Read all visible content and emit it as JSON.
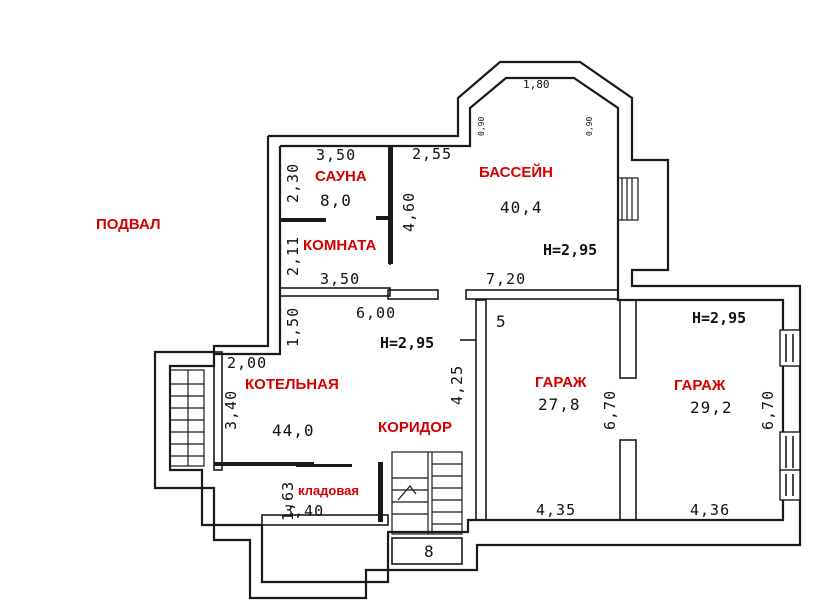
{
  "plan": {
    "title": "ПОДВАЛ",
    "rooms": {
      "sauna": "САУНА",
      "room": "КОМНАТА",
      "pool": "БАССЕЙН",
      "boiler": "КОТЕЛЬНАЯ",
      "corridor": "КОРИДОР",
      "pantry": "кладовая",
      "garage_left": "ГАРАЖ",
      "garage_right": "ГАРАЖ"
    },
    "areas": {
      "sauna": "8,0",
      "pool": "40,4",
      "boiler": "44,0",
      "garage_left": "27,8",
      "garage_right": "29,2",
      "stair_block": "8",
      "corridor_mark": "5"
    },
    "heights": {
      "pool": "H=2,95",
      "corridor": "H=2,95",
      "garage_right": "H=2,95"
    },
    "dimensions": {
      "bay_top": "1,80",
      "bay_left_side": "0,90",
      "bay_right_side": "0,90",
      "sauna_width": "3,50",
      "sauna_height": "2,30",
      "room_height": "2,11",
      "room_width": "3,50",
      "pool_left_width": "2,55",
      "pool_partition": "4,60",
      "pool_bottom_width": "7,20",
      "corridor_width": "6,00",
      "corridor_left": "1,50",
      "boiler_width": "2,00",
      "boiler_height": "3,40",
      "corridor_height": "4,25",
      "garage_left_depth": "6,70",
      "garage_right_depth": "6,70",
      "pantry_height": "1,63",
      "pantry_width": "3,40",
      "garage_left_width": "4,35",
      "garage_right_width": "4,36"
    }
  }
}
